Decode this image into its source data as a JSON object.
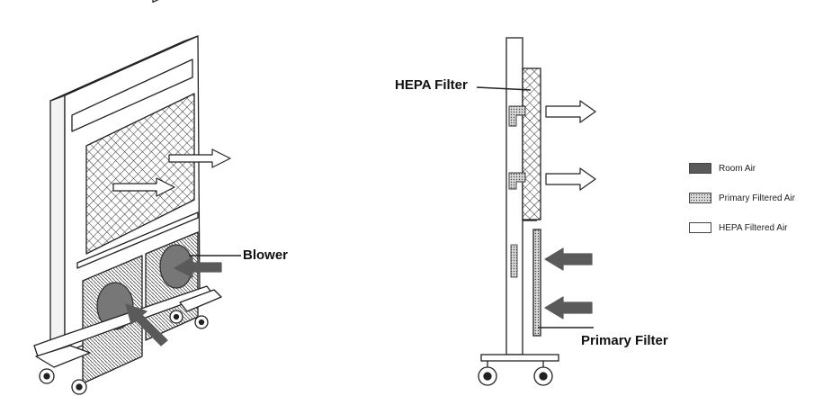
{
  "labels": {
    "blower": "Blower",
    "hepa_filter": "HEPA Filter",
    "primary_filter": "Primary Filter"
  },
  "legend": [
    {
      "label": "Room Air",
      "fill": "dark"
    },
    {
      "label": "Primary Filtered Air",
      "fill": "dotted"
    },
    {
      "label": "HEPA Filtered Air",
      "fill": "white"
    }
  ],
  "colors": {
    "room_air": "#5a5a5a",
    "primary_filtered_air": "#bfbfbf",
    "hepa_filtered_air": "#ffffff",
    "outline": "#222222"
  }
}
